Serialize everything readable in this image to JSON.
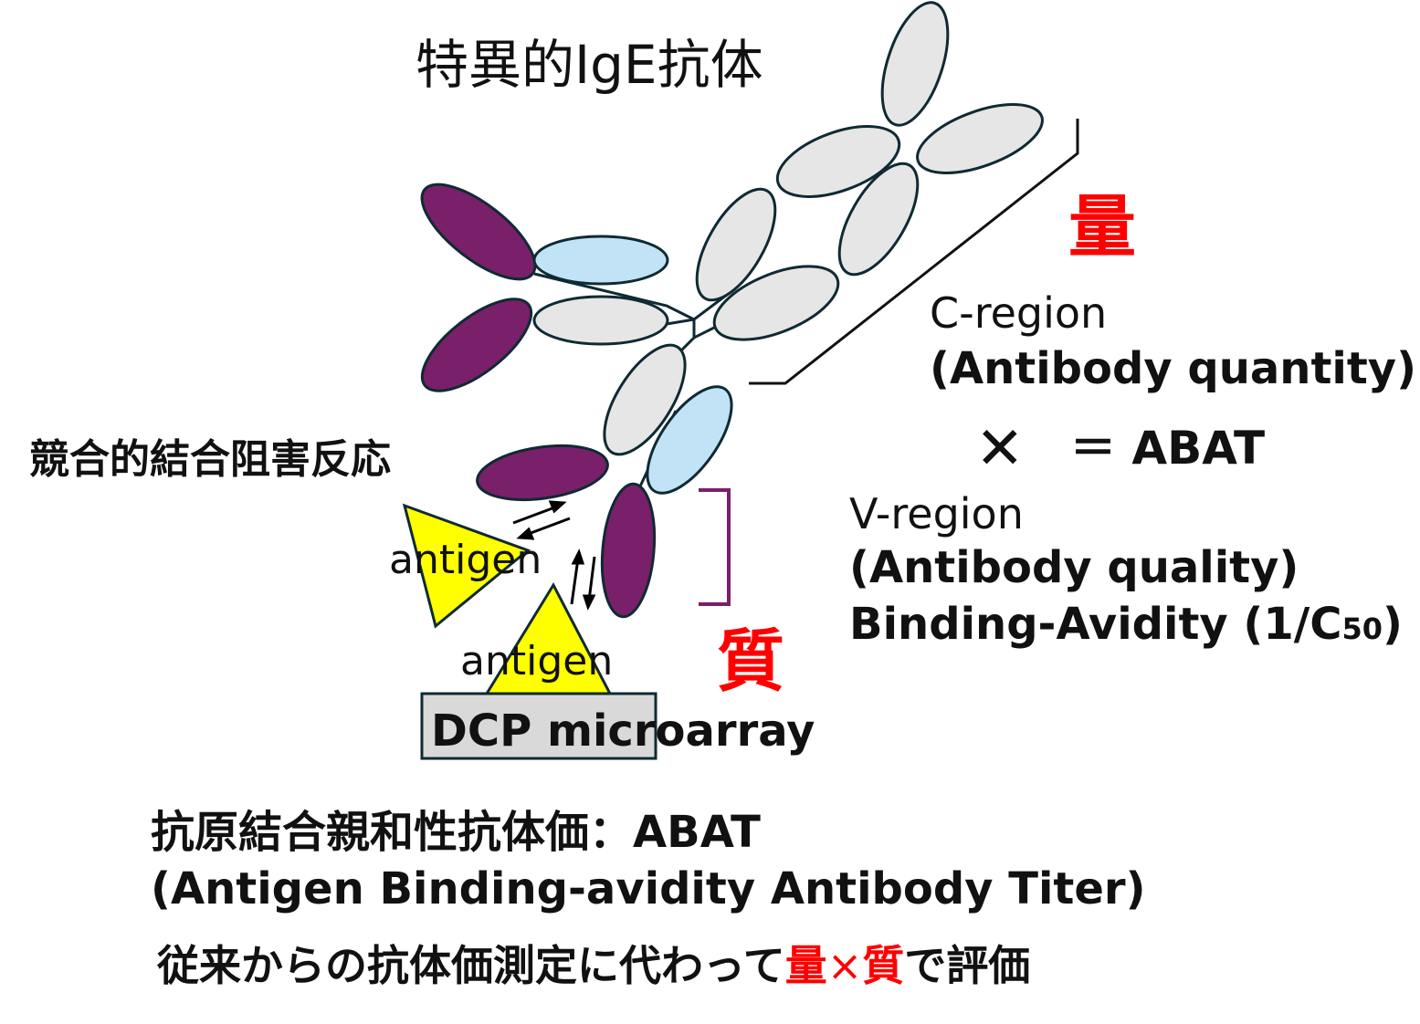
{
  "title": "特異的IgE抗体",
  "quantity_kanji": "量",
  "quality_kanji": "質",
  "c_region": "C-region",
  "c_region_sub": "(Antibody quantity)",
  "times": "✕",
  "equals_abat": "＝ ABAT",
  "v_region": "V-region",
  "v_region_sub": "(Antibody quality)",
  "binding_avidity": "Binding-Avidity (1/C",
  "binding_sub": "50",
  "binding_close": ")",
  "competitive": "競合的結合阻害反応",
  "antigen1": "antigen",
  "antigen2": "antigen",
  "microarray": "DCP microarray",
  "abat_line1": "抗原結合親和性抗体価：ABAT",
  "abat_line2": "(Antigen Binding-avidity Antibody Titer)",
  "footer": {
    "pre": "従来からの抗体価測定に代わって",
    "qty": "量",
    "x": "×",
    "qual": "質",
    "post": "で評価"
  },
  "colors": {
    "purple": "#7a1f6a",
    "lightblue": "#c2e3f5",
    "gray": "#e6e6e6",
    "yellow": "#ffff00",
    "red": "#ff0000",
    "outline": "#0f2a33"
  }
}
